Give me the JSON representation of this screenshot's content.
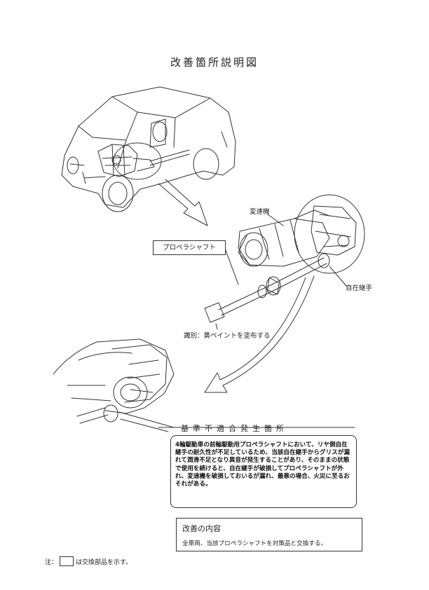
{
  "title": "改善箇所説明図",
  "labels": {
    "propeller_shaft": "プロペラシャフト",
    "transfer": "変速機",
    "universal_joint": "自在継手",
    "identification": "識別：黄ペイントを塗布する"
  },
  "noncompliance": {
    "heading": "基準不適合発生箇所",
    "description": "4輪駆動車の前輪駆動用プロペラシャフトにおいて、リヤ側自在継手の耐久性が不足しているため、当該自在継手からグリスが漏れて潤滑不足となり異音が発生することがあり、そのままの状態で使用を続けると、自在継手が破損してプロペラシャフトが外れ、変速機を破損しておいるが漏れ、最悪の場合、火災に至るおそれがある。"
  },
  "remedy": {
    "heading": "改善の内容",
    "text": "全車両、当該プロペラシャフトを対策品と交換する。"
  },
  "legend": {
    "prefix": "注：",
    "suffix": "は交換部品を示す。"
  }
}
